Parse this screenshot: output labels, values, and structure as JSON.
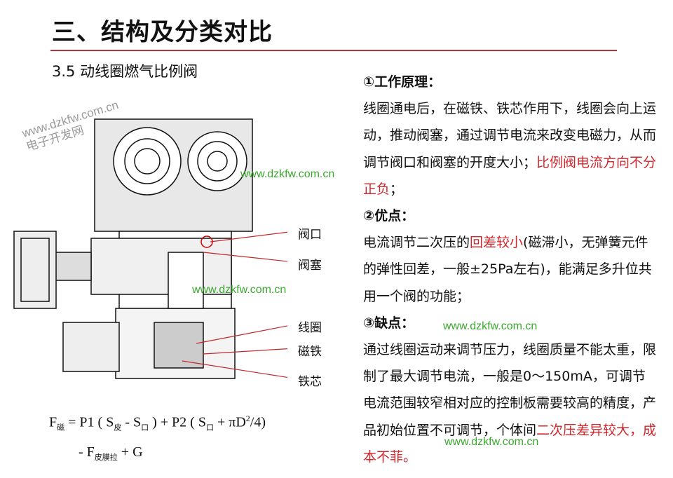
{
  "title": "三、结构及分类对比",
  "subtitle": "3.5 动线圈燃气比例阀",
  "labels": {
    "valve_port": "阀口",
    "valve_plug": "阀塞",
    "coil": "线圈",
    "magnet": "磁铁",
    "core": "铁芯"
  },
  "formula": {
    "line1_F": "F",
    "line1_F_sub": "磁",
    "line1_a": " = P1 ( S",
    "line1_sub1": "皮",
    "line1_b": " - S",
    "line1_sub2": "口",
    "line1_c": " ) + P2 ( S",
    "line1_sub3": "口",
    "line1_d": " + πD",
    "line1_sup": "2",
    "line1_e": "/4)",
    "line2_a": "- F",
    "line2_sub": "皮膜拉",
    "line2_b": " + G"
  },
  "sections": {
    "principle_heading": "①工作原理：",
    "principle_text": "线圈通电后，在磁铁、铁芯作用下，线圈会向上运动，推动阀塞，通过调节电流来改变电磁力，从而调节阀口和阀塞的开度大小；",
    "principle_red": "比例阀电流方向不分正负",
    "principle_end": "；",
    "pros_heading": "②优点：",
    "pros_a": "电流调节二次压的",
    "pros_red": "回差较小",
    "pros_b": "(磁滞小，无弹簧元件的弹性回差，一般±25Pa左右)，能满足多升位共用一个阀的功能；",
    "cons_heading": "③缺点：",
    "cons_a": "通过线圈运动来调节压力，线圈质量不能太重，限制了最大调节电流，一般是0～150mA，可调节电流范围较窄相对应的控制板需要较高的精度，产品初始位置不可调节，个体间",
    "cons_red": "二次压差异较大，成本不菲。"
  },
  "watermark": "www.dzkfw.com.cn",
  "watermark_cn": "电子开发网"
}
